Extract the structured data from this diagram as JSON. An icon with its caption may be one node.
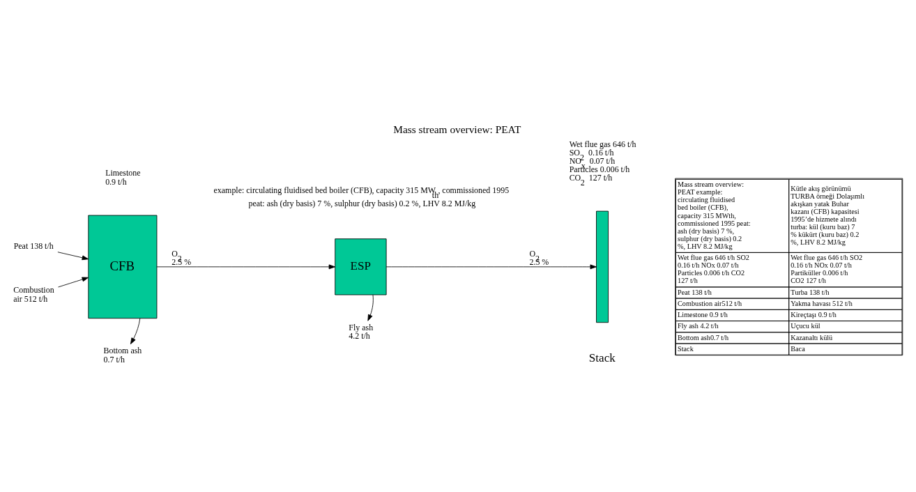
{
  "diagram": {
    "title": "Mass stream overview: PEAT",
    "nodes": [
      {
        "text": [
          "CFB"
        ],
        "beside": [
          "Limestone 0.9 t/h"
        ]
      },
      {
        "text": [
          "ESP"
        ]
      },
      {
        "text": [],
        "shape": "bar",
        "beside": [
          "Stack"
        ]
      },
      {
        "text": [
          "Peat 138 t/h"
        ]
      },
      {
        "text": [
          "Combustion air 512 t/h"
        ]
      },
      {
        "text": [
          "Bottom ash 0.7 t/h"
        ]
      },
      {
        "text": [
          "Fly ash 4.2 t/h"
        ]
      }
    ],
    "edges": [
      {
        "from": 3,
        "to": 0,
        "arrow": "to"
      },
      {
        "from": 4,
        "to": 0,
        "arrow": "to"
      },
      {
        "from": 0,
        "to": 1,
        "arrow": "to",
        "label": "O$_{2}$ 2.5 %"
      },
      {
        "from": 1,
        "to": 2,
        "arrow": "to",
        "label": "O$_{2}$ 2.5 %"
      },
      {
        "from": 0,
        "to": 5,
        "arrow": "to"
      },
      {
        "from": 1,
        "to": 6,
        "arrow": "to"
      }
    ],
    "labels": [
      "example: circulating fluidised bed boiler (CFB), capacity 315 MW$_{th}$, commissioned 1995",
      "peat: ash (dry basis) 7 %, sulphur (dry basis) 0.2 %, LHV 8.2 MJ/kg",
      "Wet flue gas 646 t/h SO$_{2}$ 0.16 t/h NO$_{x}$ 0.07 t/h Particles 0.006 t/h CO$_{2}$ 127 t/h",
      "Mass stream overview: PEAT example: circulating fluidised bed boiler (CFB), capacity 315 MWth, commissioned 1995 peat: ash (dry basis) 7 %, sulphur (dry basis) 0.2 %, LHV 8.2 MJ/kg",
      "Kütle akış görünümü TURBA örneği Dolaşımlı akışkan yatak Buhar kazanı (CFB) kapasitesi 1995’de hizmete alındı turba: kül (kuru baz) 7 % kükürt (kuru baz) 0.2 %, LHV 8.2 MJ/kg",
      "Wet flue gas 646 t/h SO2 0.16 t/h NOx 0.07 t/h Particles 0.006 t/h CO2 127 t/h",
      "Wet flue gas 646 t/h SO2 0.16 t/h NOx 0.07 t/h Partiküller 0.006 t/h CO2 127 t/h",
      "Peat 138 t/h",
      "Turba 138 t/h",
      "Combustion air512 t/h",
      "Yakma havası 512 t/h",
      "Limestone 0.9 t/h",
      "Kireçtaşı 0.9 t/h",
      "Fly ash 4.2 t/h",
      "Uçucu kül",
      "Bottom ash0.7 t/h",
      "Kazanaltı külü",
      "Stack",
      "Baca"
    ]
  }
}
